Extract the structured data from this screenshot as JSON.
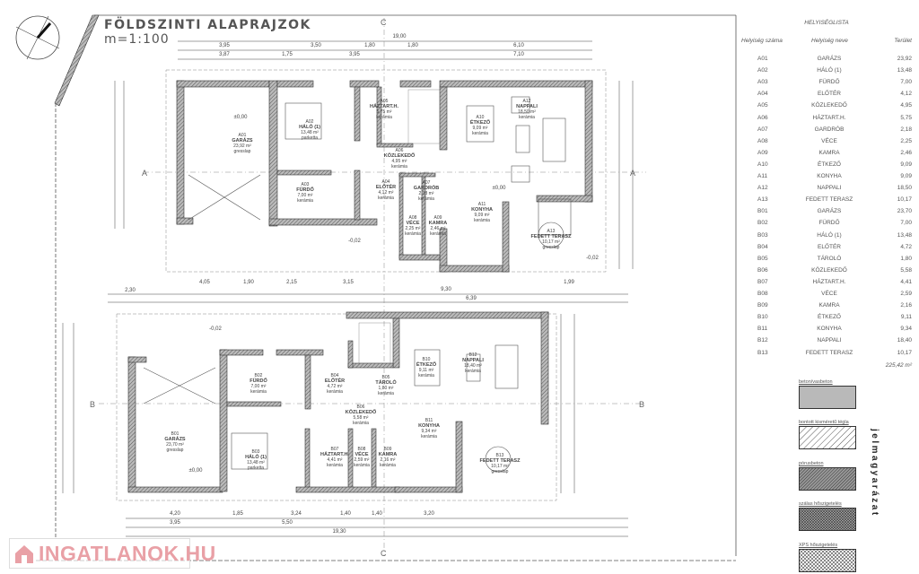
{
  "header": {
    "title": "FÖLDSZINTI ALAPRAJZOK",
    "scale": "m=1:100"
  },
  "plan": {
    "rooms": [
      {
        "code": "A01",
        "name": "GARÁZS",
        "area": "23,92 m²",
        "floor": "gresslap"
      },
      {
        "code": "A02",
        "name": "HÁLÓ (1)",
        "area": "13,48 m²",
        "floor": "parketta"
      },
      {
        "code": "A03",
        "name": "FÜRDŐ",
        "area": "7,00 m²",
        "floor": "kerámia"
      },
      {
        "code": "A04",
        "name": "ELŐTÉR",
        "area": "4,12 m²",
        "floor": "kerámia"
      },
      {
        "code": "A05",
        "name": "HÁZTART.H.",
        "area": "5,75 m²",
        "floor": "kerámia"
      },
      {
        "code": "A06",
        "name": "KÖZLEKEDŐ",
        "area": "4,95 m²",
        "floor": "kerámia"
      },
      {
        "code": "A07",
        "name": "GARDRÓB",
        "area": "2,18 m²",
        "floor": "kerámia"
      },
      {
        "code": "A08",
        "name": "VÉCE",
        "area": "2,25 m²",
        "floor": "kerámia"
      },
      {
        "code": "A09",
        "name": "KAMRA",
        "area": "2,46 m²",
        "floor": "kerámia"
      },
      {
        "code": "A10",
        "name": "ÉTKEZŐ",
        "area": "9,09 m²",
        "floor": "kerámia"
      },
      {
        "code": "A11",
        "name": "KONYHA",
        "area": "9,09 m²",
        "floor": "kerámia"
      },
      {
        "code": "A12",
        "name": "NAPPALI",
        "area": "18,50 m²",
        "floor": "kerámia"
      },
      {
        "code": "A13",
        "name": "FEDETT TERASZ",
        "area": "10,17 m²",
        "floor": "gresslap"
      },
      {
        "code": "B01",
        "name": "GARÁZS",
        "area": "23,70 m²",
        "floor": "gresslap"
      },
      {
        "code": "B02",
        "name": "FÜRDŐ",
        "area": "7,00 m²",
        "floor": "kerámia"
      },
      {
        "code": "B03",
        "name": "HÁLÓ (1)",
        "area": "13,48 m²",
        "floor": "parketta"
      },
      {
        "code": "B04",
        "name": "ELŐTÉR",
        "area": "4,72 m²",
        "floor": "kerámia"
      },
      {
        "code": "B05",
        "name": "TÁROLÓ",
        "area": "1,80 m²",
        "floor": "kerámia"
      },
      {
        "code": "B06",
        "name": "KÖZLEKEDŐ",
        "area": "5,58 m²",
        "floor": "kerámia"
      },
      {
        "code": "B07",
        "name": "HÁZTART.H.",
        "area": "4,41 m²",
        "floor": "kerámia"
      },
      {
        "code": "B08",
        "name": "VÉCE",
        "area": "2,59 m²",
        "floor": "kerámia"
      },
      {
        "code": "B09",
        "name": "KAMRA",
        "area": "2,16 m²",
        "floor": "kerámia"
      },
      {
        "code": "B10",
        "name": "ÉTKEZŐ",
        "area": "9,11 m²",
        "floor": "kerámia"
      },
      {
        "code": "B11",
        "name": "KONYHA",
        "area": "9,34 m²",
        "floor": "kerámia"
      },
      {
        "code": "B12",
        "name": "NAPPALI",
        "area": "18,40 m²",
        "floor": "kerámia"
      },
      {
        "code": "B13",
        "name": "FEDETT TERASZ",
        "area": "10,17 m²",
        "floor": "gresslap"
      }
    ],
    "levels": [
      "±0,00",
      "-0,02",
      "±0,00",
      "-0,02",
      "±0,00",
      "-0,02"
    ],
    "dims_top": [
      "19,00",
      "3,95",
      "3,50",
      "1,80",
      "1,80",
      "6,10",
      "3,87",
      "1,75",
      "3,95",
      "7,10"
    ],
    "dims_mid": [
      "2,30",
      "4,05",
      "1,90",
      "2,15",
      "3,15",
      "9,30",
      "6,39",
      "1,99"
    ],
    "dims_bottom": [
      "4,20",
      "1,85",
      "3,24",
      "1,40",
      "1,40",
      "3,20",
      "3,95",
      "5,50",
      "19,30"
    ],
    "sections": [
      "A",
      "A",
      "B",
      "B",
      "C",
      "C"
    ]
  },
  "room_list": {
    "title": "HELYISÉGLISTA",
    "headers": [
      "Helyiség száma",
      "Helyiség neve",
      "Terület"
    ],
    "rows": [
      [
        "A01",
        "GARÁZS",
        "23,92"
      ],
      [
        "A02",
        "HÁLÓ (1)",
        "13,48"
      ],
      [
        "A03",
        "FÜRDŐ",
        "7,00"
      ],
      [
        "A04",
        "ELŐTÉR",
        "4,12"
      ],
      [
        "A05",
        "KÖZLEKEDŐ",
        "4,95"
      ],
      [
        "A06",
        "HÁZTART.H.",
        "5,75"
      ],
      [
        "A07",
        "GARDRÓB",
        "2,18"
      ],
      [
        "A08",
        "VÉCE",
        "2,25"
      ],
      [
        "A09",
        "KAMRA",
        "2,46"
      ],
      [
        "A10",
        "ÉTKEZŐ",
        "9,09"
      ],
      [
        "A11",
        "KONYHA",
        "9,09"
      ],
      [
        "A12",
        "NAPPALI",
        "18,50"
      ],
      [
        "A13",
        "FEDETT TERASZ",
        "10,17"
      ],
      [
        "B01",
        "GARÁZS",
        "23,70"
      ],
      [
        "B02",
        "FÜRDŐ",
        "7,00"
      ],
      [
        "B03",
        "HÁLÓ (1)",
        "13,48"
      ],
      [
        "B04",
        "ELŐTÉR",
        "4,72"
      ],
      [
        "B05",
        "TÁROLÓ",
        "1,80"
      ],
      [
        "B06",
        "KÖZLEKEDŐ",
        "5,58"
      ],
      [
        "B07",
        "HÁZTART.H.",
        "4,41"
      ],
      [
        "B08",
        "VÉCE",
        "2,59"
      ],
      [
        "B09",
        "KAMRA",
        "2,16"
      ],
      [
        "B10",
        "ÉTKEZŐ",
        "9,11"
      ],
      [
        "B11",
        "KONYHA",
        "9,34"
      ],
      [
        "B12",
        "NAPPALI",
        "18,40"
      ],
      [
        "B13",
        "FEDETT TERASZ",
        "10,17"
      ]
    ],
    "total": "225,42 m²"
  },
  "legend": {
    "title": "jelmagyarázat",
    "items": [
      "beton/vasbeton",
      "bontott kisméretű tégla",
      "pórusbeton",
      "szálas hőszigetelés",
      "XPS hőszigetelés"
    ]
  },
  "watermark": {
    "text": "INGATLANOK.HU",
    "color": "#e9a0a6"
  },
  "colors": {
    "wall": "#9a9a9a",
    "line": "#333333"
  }
}
